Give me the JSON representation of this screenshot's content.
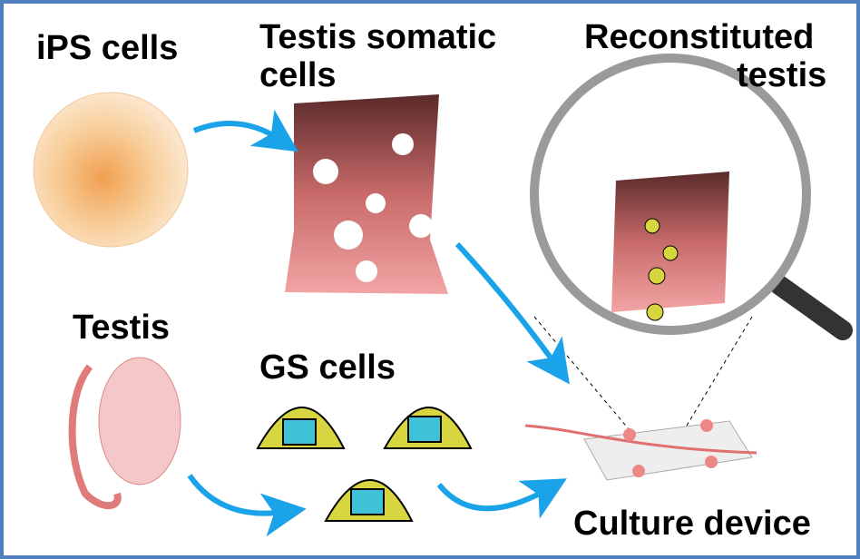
{
  "labels": {
    "ips_cells": "iPS cells",
    "testis_somatic_line1": "Testis somatic",
    "testis_somatic_line2": "cells",
    "reconstituted_line1": "Reconstituted",
    "reconstituted_line2": "testis",
    "testis": "Testis",
    "gs_cells": "GS cells",
    "culture_device": "Culture device"
  },
  "colors": {
    "frame": "#4f7fbf",
    "arrow": "#1aa3e8",
    "tissue": "#e88c8c",
    "gs_cell": "#d8d640",
    "nucleus": "#3ec2d6"
  }
}
